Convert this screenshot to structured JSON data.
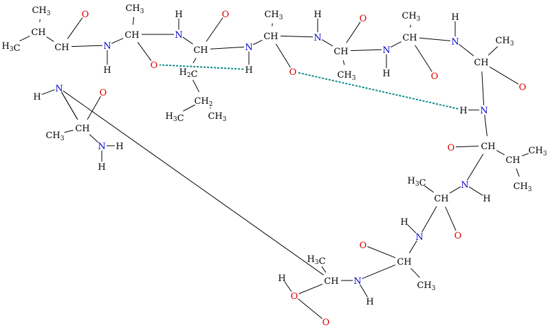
{
  "colors": {
    "carbon": "#000000",
    "nitrogen": "#0000cc",
    "oxygen": "#dd0000",
    "hydrogen_bond": "#0a8a8a"
  },
  "atoms": [
    {
      "id": "a1",
      "text": "CH3",
      "el": "C"
    },
    {
      "id": "a2",
      "text": "CH",
      "el": "C"
    },
    {
      "id": "a3",
      "text": "H3C",
      "el": "C"
    },
    {
      "id": "a4",
      "text": "CH",
      "el": "C"
    },
    {
      "id": "a5",
      "text": "O",
      "el": "O"
    },
    {
      "id": "a6",
      "text": "N",
      "el": "N"
    },
    {
      "id": "a7",
      "text": "H",
      "el": "H"
    },
    {
      "id": "a8",
      "text": "CH3",
      "el": "C"
    },
    {
      "id": "a9",
      "text": "CH",
      "el": "C"
    },
    {
      "id": "a10",
      "text": "O",
      "el": "O"
    },
    {
      "id": "a11",
      "text": "H",
      "el": "H"
    },
    {
      "id": "a12",
      "text": "N",
      "el": "N"
    },
    {
      "id": "a13",
      "text": "CH",
      "el": "C"
    },
    {
      "id": "a14",
      "text": "H2C",
      "el": "C"
    },
    {
      "id": "a15",
      "text": "CH2",
      "el": "C"
    },
    {
      "id": "a16",
      "text": "H3C",
      "el": "C"
    },
    {
      "id": "a17",
      "text": "CH3",
      "el": "C"
    },
    {
      "id": "a18",
      "text": "O",
      "el": "O"
    },
    {
      "id": "a19",
      "text": "N",
      "el": "N"
    },
    {
      "id": "a20",
      "text": "H",
      "el": "H"
    },
    {
      "id": "a21",
      "text": "CH3",
      "el": "C"
    },
    {
      "id": "a22",
      "text": "CH",
      "el": "C"
    },
    {
      "id": "a23",
      "text": "O",
      "el": "O"
    },
    {
      "id": "a24",
      "text": "H",
      "el": "H"
    },
    {
      "id": "a25",
      "text": "N",
      "el": "N"
    },
    {
      "id": "a26",
      "text": "CH",
      "el": "C"
    },
    {
      "id": "a27",
      "text": "CH3",
      "el": "C"
    },
    {
      "id": "a28",
      "text": "O",
      "el": "O"
    },
    {
      "id": "a29",
      "text": "N",
      "el": "N"
    },
    {
      "id": "a30",
      "text": "H",
      "el": "H"
    },
    {
      "id": "a31",
      "text": "CH3",
      "el": "C"
    },
    {
      "id": "a32",
      "text": "CH",
      "el": "C"
    },
    {
      "id": "a33",
      "text": "O",
      "el": "O"
    },
    {
      "id": "a34",
      "text": "H",
      "el": "H"
    },
    {
      "id": "a35",
      "text": "N",
      "el": "N"
    },
    {
      "id": "a36",
      "text": "CH3",
      "el": "C"
    },
    {
      "id": "a37",
      "text": "CH",
      "el": "C"
    },
    {
      "id": "a38",
      "text": "O",
      "el": "O"
    },
    {
      "id": "a39",
      "text": "H",
      "el": "H"
    },
    {
      "id": "a40",
      "text": "N",
      "el": "N"
    },
    {
      "id": "a41",
      "text": "O",
      "el": "O"
    },
    {
      "id": "a42",
      "text": "CH",
      "el": "C"
    },
    {
      "id": "a43",
      "text": "CH3",
      "el": "C"
    },
    {
      "id": "a44",
      "text": "CH",
      "el": "C"
    },
    {
      "id": "a45",
      "text": "CH3",
      "el": "C"
    },
    {
      "id": "a46",
      "text": "N",
      "el": "N"
    },
    {
      "id": "a47",
      "text": "H",
      "el": "H"
    },
    {
      "id": "a48",
      "text": "H3C",
      "el": "C"
    },
    {
      "id": "a49",
      "text": "CH",
      "el": "C"
    },
    {
      "id": "a50",
      "text": "O",
      "el": "O"
    },
    {
      "id": "a51",
      "text": "H",
      "el": "H"
    },
    {
      "id": "a52",
      "text": "N",
      "el": "N"
    },
    {
      "id": "a53",
      "text": "O",
      "el": "O"
    },
    {
      "id": "a54",
      "text": "CH",
      "el": "C"
    },
    {
      "id": "a55",
      "text": "CH3",
      "el": "C"
    },
    {
      "id": "a56",
      "text": "H3C",
      "el": "C"
    },
    {
      "id": "a57",
      "text": "CH",
      "el": "C"
    },
    {
      "id": "a58",
      "text": "N",
      "el": "N"
    },
    {
      "id": "a59",
      "text": "H",
      "el": "H"
    },
    {
      "id": "a60",
      "text": "H",
      "el": "H"
    },
    {
      "id": "a61",
      "text": "O",
      "el": "O"
    },
    {
      "id": "a62",
      "text": "O",
      "el": "O"
    },
    {
      "id": "a63",
      "text": "H",
      "el": "H"
    },
    {
      "id": "a64",
      "text": "N",
      "el": "N"
    },
    {
      "id": "a65",
      "text": "CH",
      "el": "C"
    },
    {
      "id": "a66",
      "text": "CH3",
      "el": "C"
    },
    {
      "id": "a67",
      "text": "O",
      "el": "O"
    },
    {
      "id": "a68",
      "text": "N",
      "el": "N"
    },
    {
      "id": "a69",
      "text": "H",
      "el": "H"
    },
    {
      "id": "a70",
      "text": "H",
      "el": "H"
    }
  ],
  "bonds": [
    [
      "a1",
      "a2"
    ],
    [
      "a3",
      "a2"
    ],
    [
      "a2",
      "a4"
    ],
    [
      "a4",
      "a5"
    ],
    [
      "a4",
      "a6"
    ],
    [
      "a6",
      "a7"
    ],
    [
      "a6",
      "a9"
    ],
    [
      "a8",
      "a9"
    ],
    [
      "a9",
      "a10"
    ],
    [
      "a9",
      "a12"
    ],
    [
      "a11",
      "a12"
    ],
    [
      "a12",
      "a13"
    ],
    [
      "a13",
      "a14"
    ],
    [
      "a14",
      "a15"
    ],
    [
      "a15",
      "a16"
    ],
    [
      "a15",
      "a17"
    ],
    [
      "a13",
      "a18"
    ],
    [
      "a13",
      "a19"
    ],
    [
      "a19",
      "a20"
    ],
    [
      "a19",
      "a22"
    ],
    [
      "a21",
      "a22"
    ],
    [
      "a22",
      "a23"
    ],
    [
      "a22",
      "a25"
    ],
    [
      "a24",
      "a25"
    ],
    [
      "a25",
      "a26"
    ],
    [
      "a26",
      "a27"
    ],
    [
      "a26",
      "a28"
    ],
    [
      "a26",
      "a29"
    ],
    [
      "a29",
      "a30"
    ],
    [
      "a29",
      "a32"
    ],
    [
      "a31",
      "a32"
    ],
    [
      "a32",
      "a33"
    ],
    [
      "a32",
      "a35"
    ],
    [
      "a34",
      "a35"
    ],
    [
      "a35",
      "a37"
    ],
    [
      "a36",
      "a37"
    ],
    [
      "a37",
      "a38"
    ],
    [
      "a37",
      "a40"
    ],
    [
      "a39",
      "a40"
    ],
    [
      "a40",
      "a42"
    ],
    [
      "a41",
      "a42"
    ],
    [
      "a42",
      "a44"
    ],
    [
      "a43",
      "a44"
    ],
    [
      "a44",
      "a45"
    ],
    [
      "a42",
      "a46"
    ],
    [
      "a46",
      "a47"
    ],
    [
      "a46",
      "a49"
    ],
    [
      "a48",
      "a49"
    ],
    [
      "a49",
      "a50"
    ],
    [
      "a49",
      "a52"
    ],
    [
      "a51",
      "a52"
    ],
    [
      "a52",
      "a54"
    ],
    [
      "a53",
      "a54"
    ],
    [
      "a54",
      "a55"
    ],
    [
      "a54",
      "a58"
    ],
    [
      "a56",
      "a57"
    ],
    [
      "a57",
      "a58"
    ],
    [
      "a58",
      "a59"
    ],
    [
      "a57",
      "a61"
    ],
    [
      "a57",
      "a64"
    ],
    [
      "a60",
      "a61"
    ],
    [
      "a61",
      "a62"
    ],
    [
      "a64",
      "a65"
    ],
    [
      "a65",
      "a66"
    ],
    [
      "a65",
      "a67"
    ],
    [
      "a65",
      "a68"
    ],
    [
      "a68",
      "a69"
    ],
    [
      "a68",
      "a70"
    ]
  ],
  "hydrogen_bonds": [
    [
      "a20",
      "a10"
    ],
    [
      "a39",
      "a23"
    ]
  ]
}
